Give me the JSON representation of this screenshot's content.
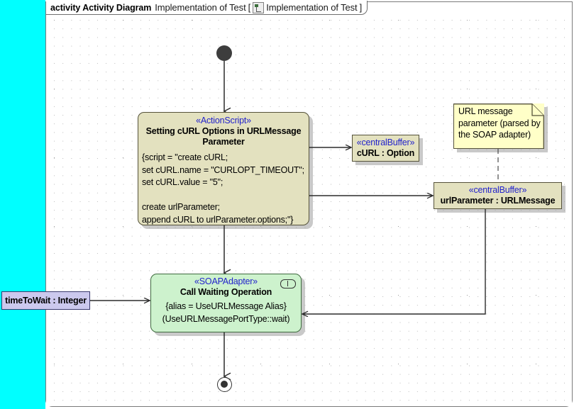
{
  "frame": {
    "keyword": "activity Activity Diagram",
    "name": "Implementation of Test",
    "bracket_open": "[",
    "icon": "activity-diagram-icon",
    "ref_name": "Implementation of Test",
    "bracket_close": "]"
  },
  "nodes": {
    "start": {
      "name": "initial-node"
    },
    "final": {
      "name": "activity-final-node"
    },
    "action": {
      "stereotype": "«ActionScript»",
      "name": "Setting cURL Options in URLMessage Parameter",
      "body": "{script = \"create cURL;\nset cURL.name = \"CURLOPT_TIMEOUT\";\nset cURL.value = \"5\";\n\ncreate urlParameter;\nappend cURL to urlParameter.options;\"}"
    },
    "soap": {
      "stereotype": "«SOAPAdapter»",
      "name": "Call Waiting Operation",
      "body": "{alias = UseURLMessage Alias}\n(UseURLMessagePortType::wait)",
      "pin_icon": "call-behavior-pin-icon"
    },
    "buffer_curl": {
      "stereotype": "«centralBuffer»",
      "name": "cURL : Option"
    },
    "buffer_urlparam": {
      "stereotype": "«centralBuffer»",
      "name": "urlParameter : URLMessage"
    },
    "note": {
      "text": "URL message\nparameter (parsed by\nthe SOAP adapter)"
    },
    "parameter": {
      "label": "timeToWait : Integer"
    }
  },
  "colors": {
    "band": "#00ffff",
    "action_fill": "#e3e1bf",
    "action_border": "#55523a",
    "soap_fill": "#cdf2cd",
    "soap_border": "#3f6a3f",
    "note_fill": "#ffffc8",
    "param_fill": "#ccc9ee",
    "param_border": "#3a3a6e",
    "stereotype_text": "#2222cc",
    "canvas": "#ffffff"
  }
}
